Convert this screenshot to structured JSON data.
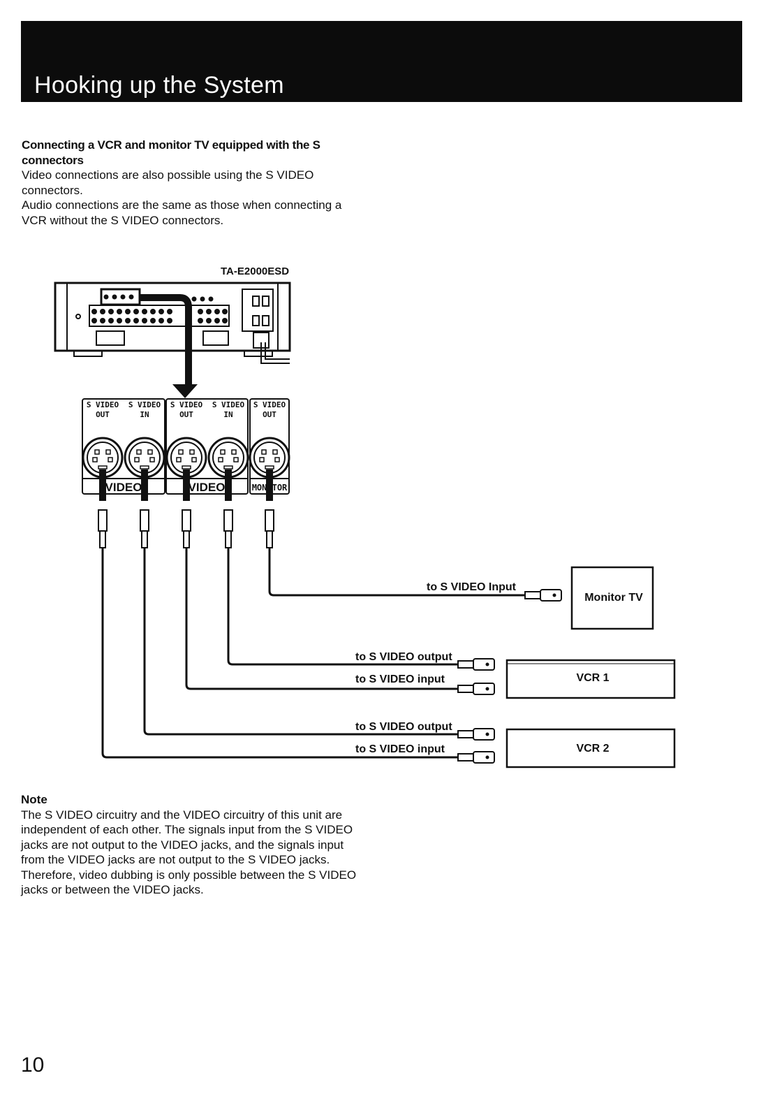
{
  "header": {
    "title": "Hooking up the System"
  },
  "intro": {
    "heading": "Connecting a VCR and monitor TV equipped with the S connectors",
    "paragraphs": [
      "Video connections are also possible using the S VIDEO connectors.",
      "Audio connections are the same as those when connecting a VCR without the S VIDEO connectors."
    ]
  },
  "diagram": {
    "model": "TA-E2000ESD",
    "jacks": [
      {
        "line1": "S VIDEO",
        "line2": "OUT"
      },
      {
        "line1": "S VIDEO",
        "line2": "IN"
      },
      {
        "line1": "S VIDEO",
        "line2": "OUT"
      },
      {
        "line1": "S VIDEO",
        "line2": "IN"
      },
      {
        "line1": "S VIDEO",
        "line2": "OUT"
      }
    ],
    "groups": [
      "VIDEO",
      "VIDEO",
      "MONITOR"
    ],
    "cables": [
      "to S VIDEO Input",
      "to S VIDEO output",
      "to S VIDEO input",
      "to S VIDEO output",
      "to S VIDEO input"
    ],
    "devices": {
      "monitor": "Monitor TV",
      "vcr1": "VCR 1",
      "vcr2": "VCR 2"
    }
  },
  "note": {
    "heading": "Note",
    "text": "The S VIDEO circuitry and the VIDEO circuitry of this unit are independent of each other. The signals input from the S VIDEO jacks are not output to the VIDEO jacks, and the signals input from the VIDEO jacks are not output to the S VIDEO jacks. Therefore, video dubbing is only possible between the S VIDEO jacks or between the VIDEO jacks."
  },
  "page_number": "10"
}
